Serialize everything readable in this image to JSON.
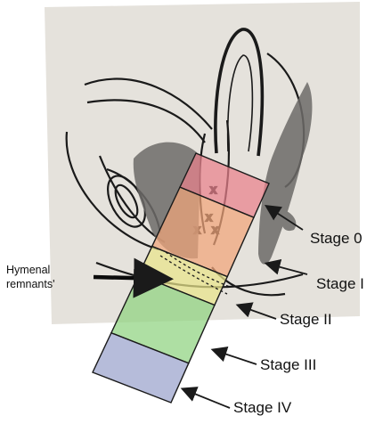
{
  "labels": {
    "hymenal": "Hymenal\nremnants'",
    "stages": [
      "Stage 0",
      "Stage I",
      "Stage II",
      "Stage III",
      "Stage IV"
    ]
  },
  "colors": {
    "paper": "#e5e2dc",
    "outline": "#1a1a1a",
    "shadow": "#6d6b68",
    "band_stage0": "#e9818c",
    "band_stage1": "#f1a57a",
    "band_stage2": "#e9e48a",
    "band_stage3": "#8fd27f",
    "band_stage4": "#9aa2cc"
  }
}
